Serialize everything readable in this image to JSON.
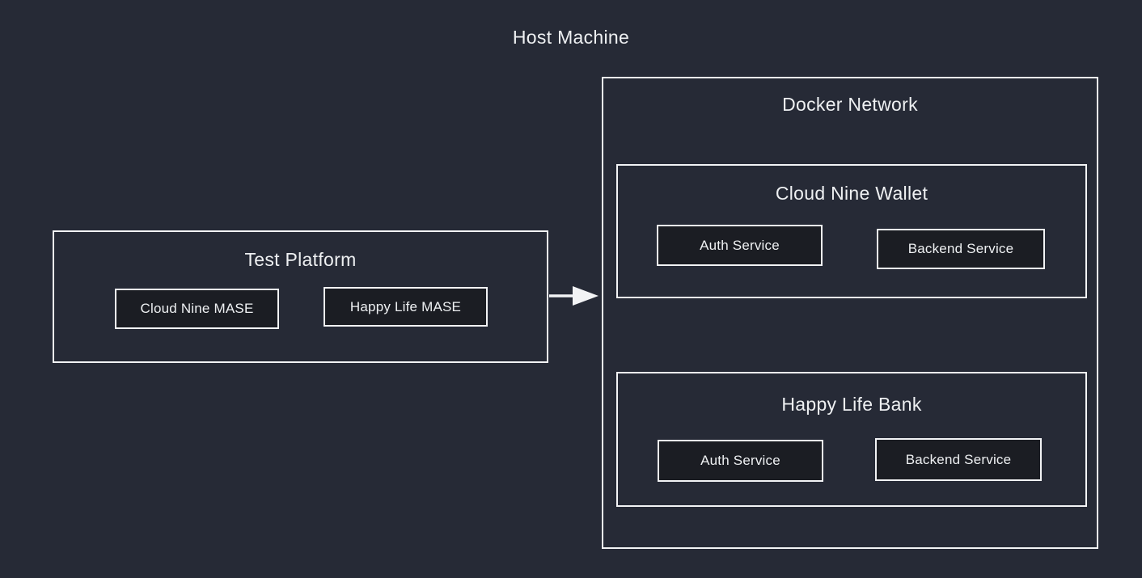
{
  "theme": {
    "background": "#262a36",
    "line_color": "#f2f3f5",
    "node_fill": "#1b1d23",
    "text_color": "#eef0f2"
  },
  "host": {
    "title": "Host Machine"
  },
  "test_platform": {
    "title": "Test Platform",
    "nodes": [
      {
        "label": "Cloud Nine MASE"
      },
      {
        "label": "Happy Life MASE"
      }
    ]
  },
  "docker_network": {
    "title": "Docker Network",
    "groups": [
      {
        "title": "Cloud Nine Wallet",
        "nodes": [
          {
            "label": "Auth Service"
          },
          {
            "label": "Backend Service"
          }
        ]
      },
      {
        "title": "Happy Life Bank",
        "nodes": [
          {
            "label": "Auth Service"
          },
          {
            "label": "Backend Service"
          }
        ]
      }
    ]
  },
  "arrow": {
    "direction": "right"
  }
}
